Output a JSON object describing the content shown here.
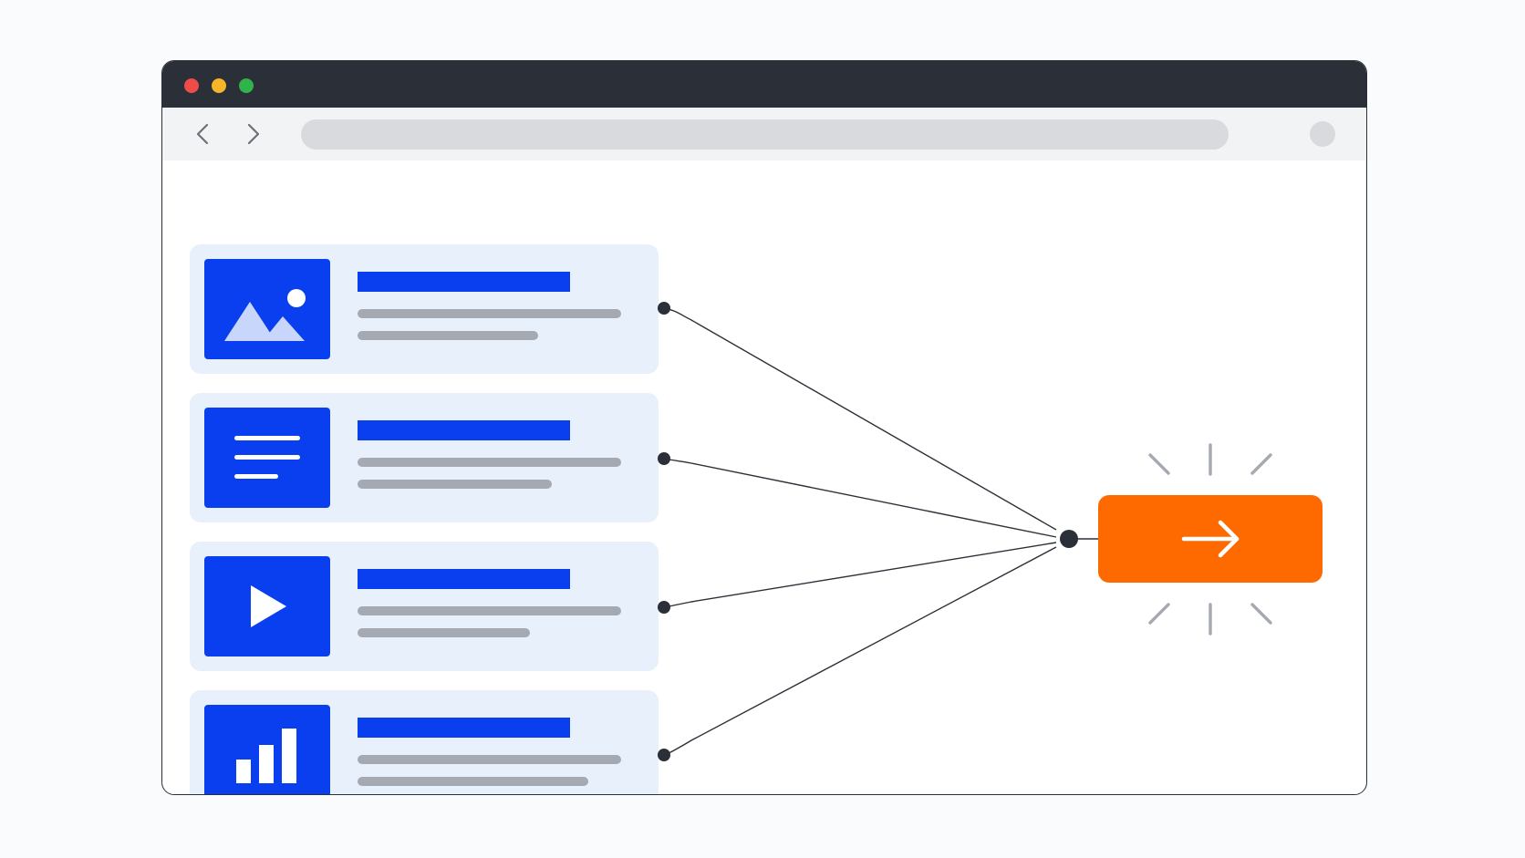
{
  "colors": {
    "titlebar": "#2b3038",
    "close": "#f04b4b",
    "minimize": "#f5b62a",
    "maximize": "#2fb34a",
    "accent_blue": "#0a3ff0",
    "card_bg": "#e8f0fc",
    "placeholder_gray": "#a4a9b2",
    "cta_orange": "#ff6a00",
    "connector": "#2b3038"
  },
  "window": {
    "controls": [
      "close-dot",
      "minimize-dot",
      "maximize-dot"
    ]
  },
  "navbar": {
    "back_icon": "chevron-left-icon",
    "forward_icon": "chevron-right-icon",
    "address_value": "",
    "profile_icon": "circle-icon"
  },
  "content_cards": [
    {
      "icon": "image-icon"
    },
    {
      "icon": "document-icon"
    },
    {
      "icon": "play-icon"
    },
    {
      "icon": "bar-chart-icon"
    }
  ],
  "cta": {
    "icon": "arrow-right-icon"
  }
}
